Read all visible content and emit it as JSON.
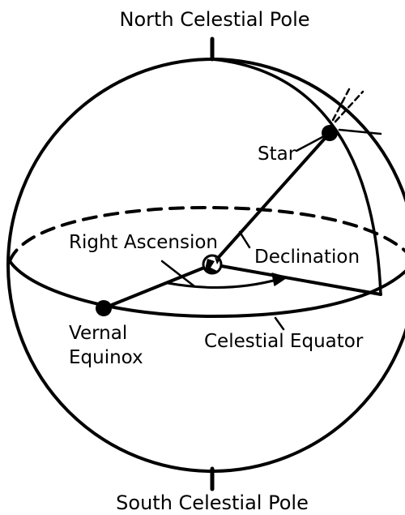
{
  "diagram": {
    "title": "",
    "labels": {
      "north_pole": "North Celestial Pole",
      "south_pole": "South Celestial Pole",
      "star": "Star",
      "right_ascension": "Right Ascension",
      "declination": "Declination",
      "vernal_equinox_line1": "Vernal",
      "vernal_equinox_line2": "Equinox",
      "celestial_equator": "Celestial Equator"
    },
    "colors": {
      "line": "#000000",
      "background": "#ffffff"
    }
  }
}
